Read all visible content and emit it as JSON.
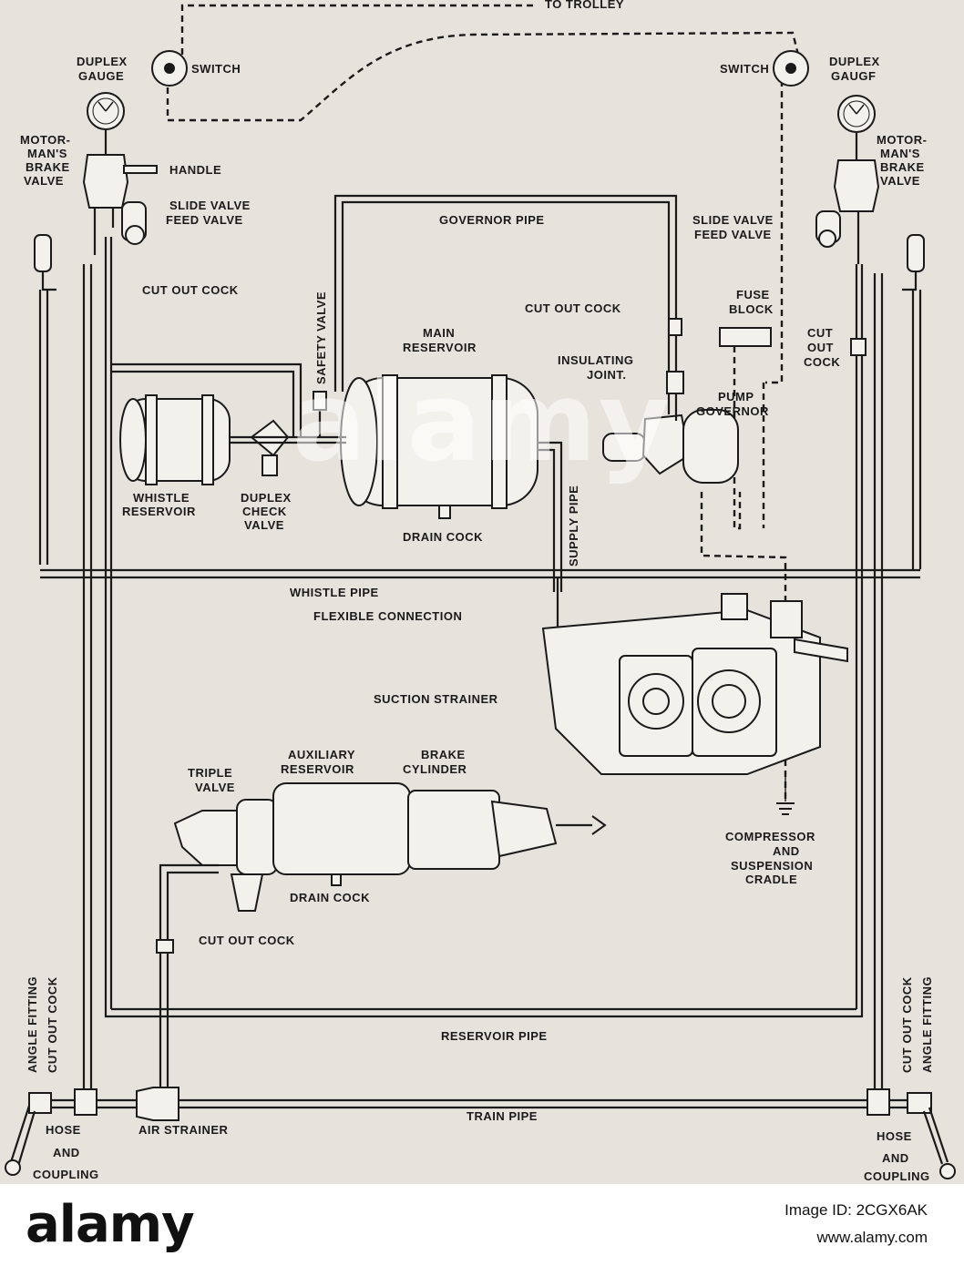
{
  "labels": {
    "to_trolley": "TO TROLLEY",
    "switch": "SWITCH",
    "duplex": "DUPLEX",
    "gauge": "GAUGE",
    "gaugf": "GAUGF",
    "motor": "MOTOR-",
    "mans": "MAN'S",
    "brake": "BRAKE",
    "valve": "VALVE",
    "handle": "HANDLE",
    "slide_valve": "SLIDE VALVE",
    "feed_valve": "FEED VALVE",
    "governor_pipe": "GOVERNOR PIPE",
    "safety_valve": "SAFETY VALVE",
    "cut_out_cock": "CUT OUT COCK",
    "fuse": "FUSE",
    "block": "BLOCK",
    "cut": "CUT",
    "out": "OUT",
    "cock": "COCK",
    "main": "MAIN",
    "reservoir": "RESERVOIR",
    "insulating": "INSULATING",
    "joint": "JOINT.",
    "pump": "PUMP",
    "governor": "GOVERNOR",
    "whistle": "WHISTLE",
    "check": "CHECK",
    "drain_cock": "DRAIN COCK",
    "supply_pipe": "SUPPLY PIPE",
    "whistle_pipe": "WHISTLE PIPE",
    "flexible_connection": "FLEXIBLE CONNECTION",
    "suction_strainer": "SUCTION STRAINER",
    "auxiliary": "AUXILIARY",
    "triple": "TRIPLE",
    "cylinder": "CYLINDER",
    "compressor": "COMPRESSOR",
    "and": "AND",
    "suspension": "SUSPENSION",
    "cradle": "CRADLE",
    "reservoir_pipe": "RESERVOIR PIPE",
    "train_pipe": "TRAIN PIPE",
    "air_strainer": "AIR STRAINER",
    "hose": "HOSE",
    "coupling": "COUPLING",
    "angle_fitting": "ANGLE FITTING"
  },
  "watermark": "alamy",
  "footer": {
    "logo": "alamy",
    "image_id_label": "Image ID: 2CGX6AK",
    "site": "www.alamy.com"
  }
}
